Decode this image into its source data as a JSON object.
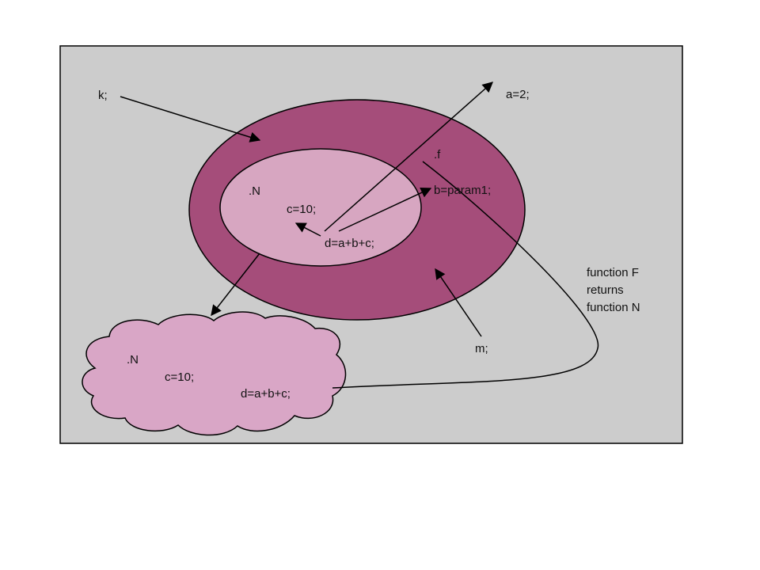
{
  "colors": {
    "canvas": "#cccccc",
    "outer_scope": "#a54d7a",
    "inner_scope": "#d7a6c1",
    "cloud": "#d9a6c6",
    "stroke": "#000000"
  },
  "labels": {
    "k": "k;",
    "a": "a=2;",
    "f": ".f",
    "b": "b=param1;",
    "n_inner": ".N",
    "c_inner": "c=10;",
    "d_inner": "d=a+b+c;",
    "m": "m;",
    "note_line1": "function F",
    "note_line2": "returns",
    "note_line3": "function N",
    "n_cloud": ".N",
    "c_cloud": "c=10;",
    "d_cloud": "d=a+b+c;"
  }
}
